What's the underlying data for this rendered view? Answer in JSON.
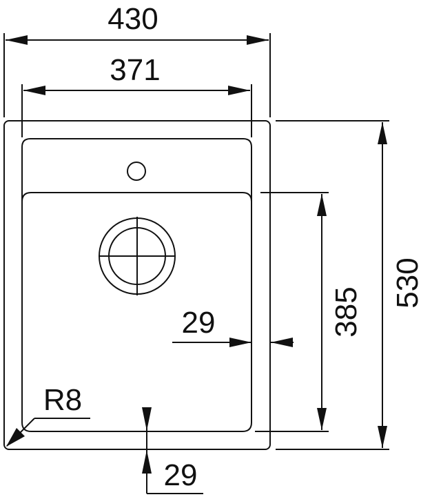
{
  "drawing": {
    "subject": "sink technical drawing (top view)",
    "units": "mm",
    "line_color": "#111111",
    "background": "#ffffff"
  },
  "dimensions": {
    "overall_width": "430",
    "bowl_width": "371",
    "overall_depth": "530",
    "bowl_depth": "385",
    "side_rim": "29",
    "front_rim": "29",
    "corner_radius": "R8"
  },
  "features": {
    "tap_hole": "tap-hole-circle",
    "drain": "drain-waste-outlet",
    "bowl": "bowl-outline",
    "drainer": "drainer-area"
  }
}
